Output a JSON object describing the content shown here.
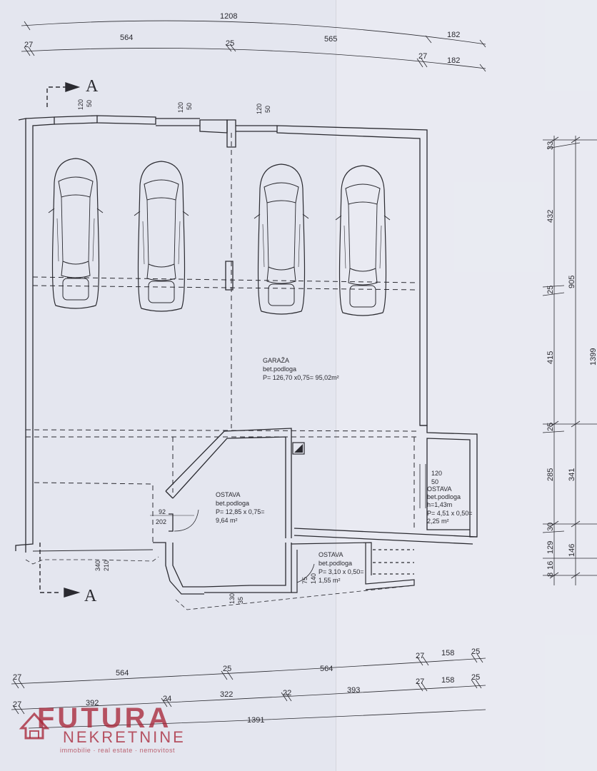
{
  "top_dims": {
    "overall": "1208",
    "row2": [
      "27",
      "564",
      "25",
      "565",
      "27",
      "182"
    ],
    "right_top": "182"
  },
  "window_dims": {
    "w1": [
      "120",
      "50"
    ],
    "w2": [
      "120",
      "50"
    ],
    "w3": [
      "120",
      "50"
    ]
  },
  "section_marks": {
    "top": "A",
    "bottom": "A"
  },
  "rooms": {
    "garage": {
      "name": "GARAŽA",
      "floor": "bet.podloga",
      "area": "P= 126,70 x0,75= 95,02m²"
    },
    "storage_main": {
      "name": "OSTAVA",
      "floor": "bet.podloga",
      "area1": "P= 12,85 x 0,75=",
      "area2": "9,64 m²"
    },
    "storage_right": {
      "dims": [
        "120",
        "50"
      ],
      "name": "OSTAVA",
      "floor": "bet.podloga",
      "height": "h=1,43m",
      "area1": "P= 4,51 x 0,50=",
      "area2": "2,25 m²"
    },
    "storage_small": {
      "name": "OSTAVA",
      "floor": "bet.podloga",
      "area1": "P= 3,10 x 0,50=",
      "area2": "1,55 m²"
    }
  },
  "door_dims": {
    "main": [
      "92",
      "202"
    ],
    "bottom": [
      "340",
      "210"
    ],
    "window_bottom": [
      "130",
      "35"
    ],
    "small": [
      "75",
      "140"
    ]
  },
  "right_dims": {
    "segments": [
      "33",
      "432",
      "25",
      "415",
      "25",
      "285",
      "30",
      "129",
      "8",
      "16"
    ],
    "totals": [
      "905",
      "341",
      "146",
      "1399"
    ]
  },
  "bottom_dims": {
    "row1": [
      "27",
      "564",
      "25",
      "564",
      "27",
      "158",
      "25"
    ],
    "row2": [
      "27",
      "392",
      "24",
      "322",
      "22",
      "393",
      "27",
      "158",
      "25"
    ],
    "overall": "1391"
  },
  "logo": {
    "name": "FUTURA",
    "sub": "NEKRETNINE",
    "tag": "immobilie · real estate · nemovitost"
  },
  "colors": {
    "line": "#2a2a30",
    "paper": "#e4e6ef",
    "logo": "#a82638"
  }
}
